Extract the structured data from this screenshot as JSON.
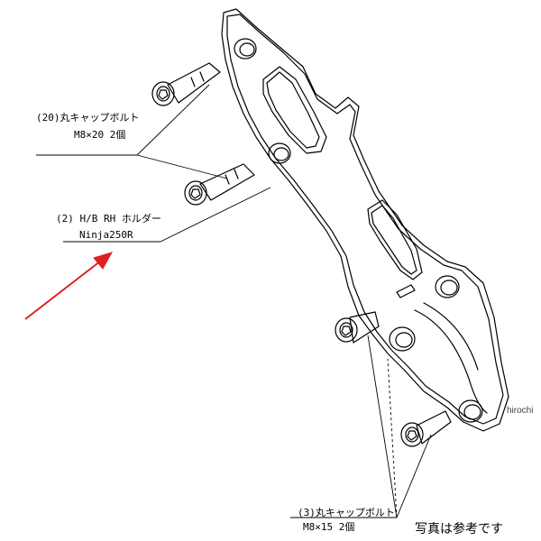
{
  "callouts": {
    "bolt_20": {
      "line1": "(20)丸キャップボルト",
      "line2": "M8×20 2個"
    },
    "holder_2": {
      "line1": "(2) H/B RH ホルダー",
      "line2": "Ninja250R"
    },
    "bolt_3": {
      "line1": "(3)丸キャップボルト",
      "line2": "M8×15 2個"
    }
  },
  "watermark": "hirochi",
  "note": "写真は参考です",
  "colors": {
    "arrow": "#e0201e",
    "line": "#000000",
    "background": "#ffffff"
  }
}
